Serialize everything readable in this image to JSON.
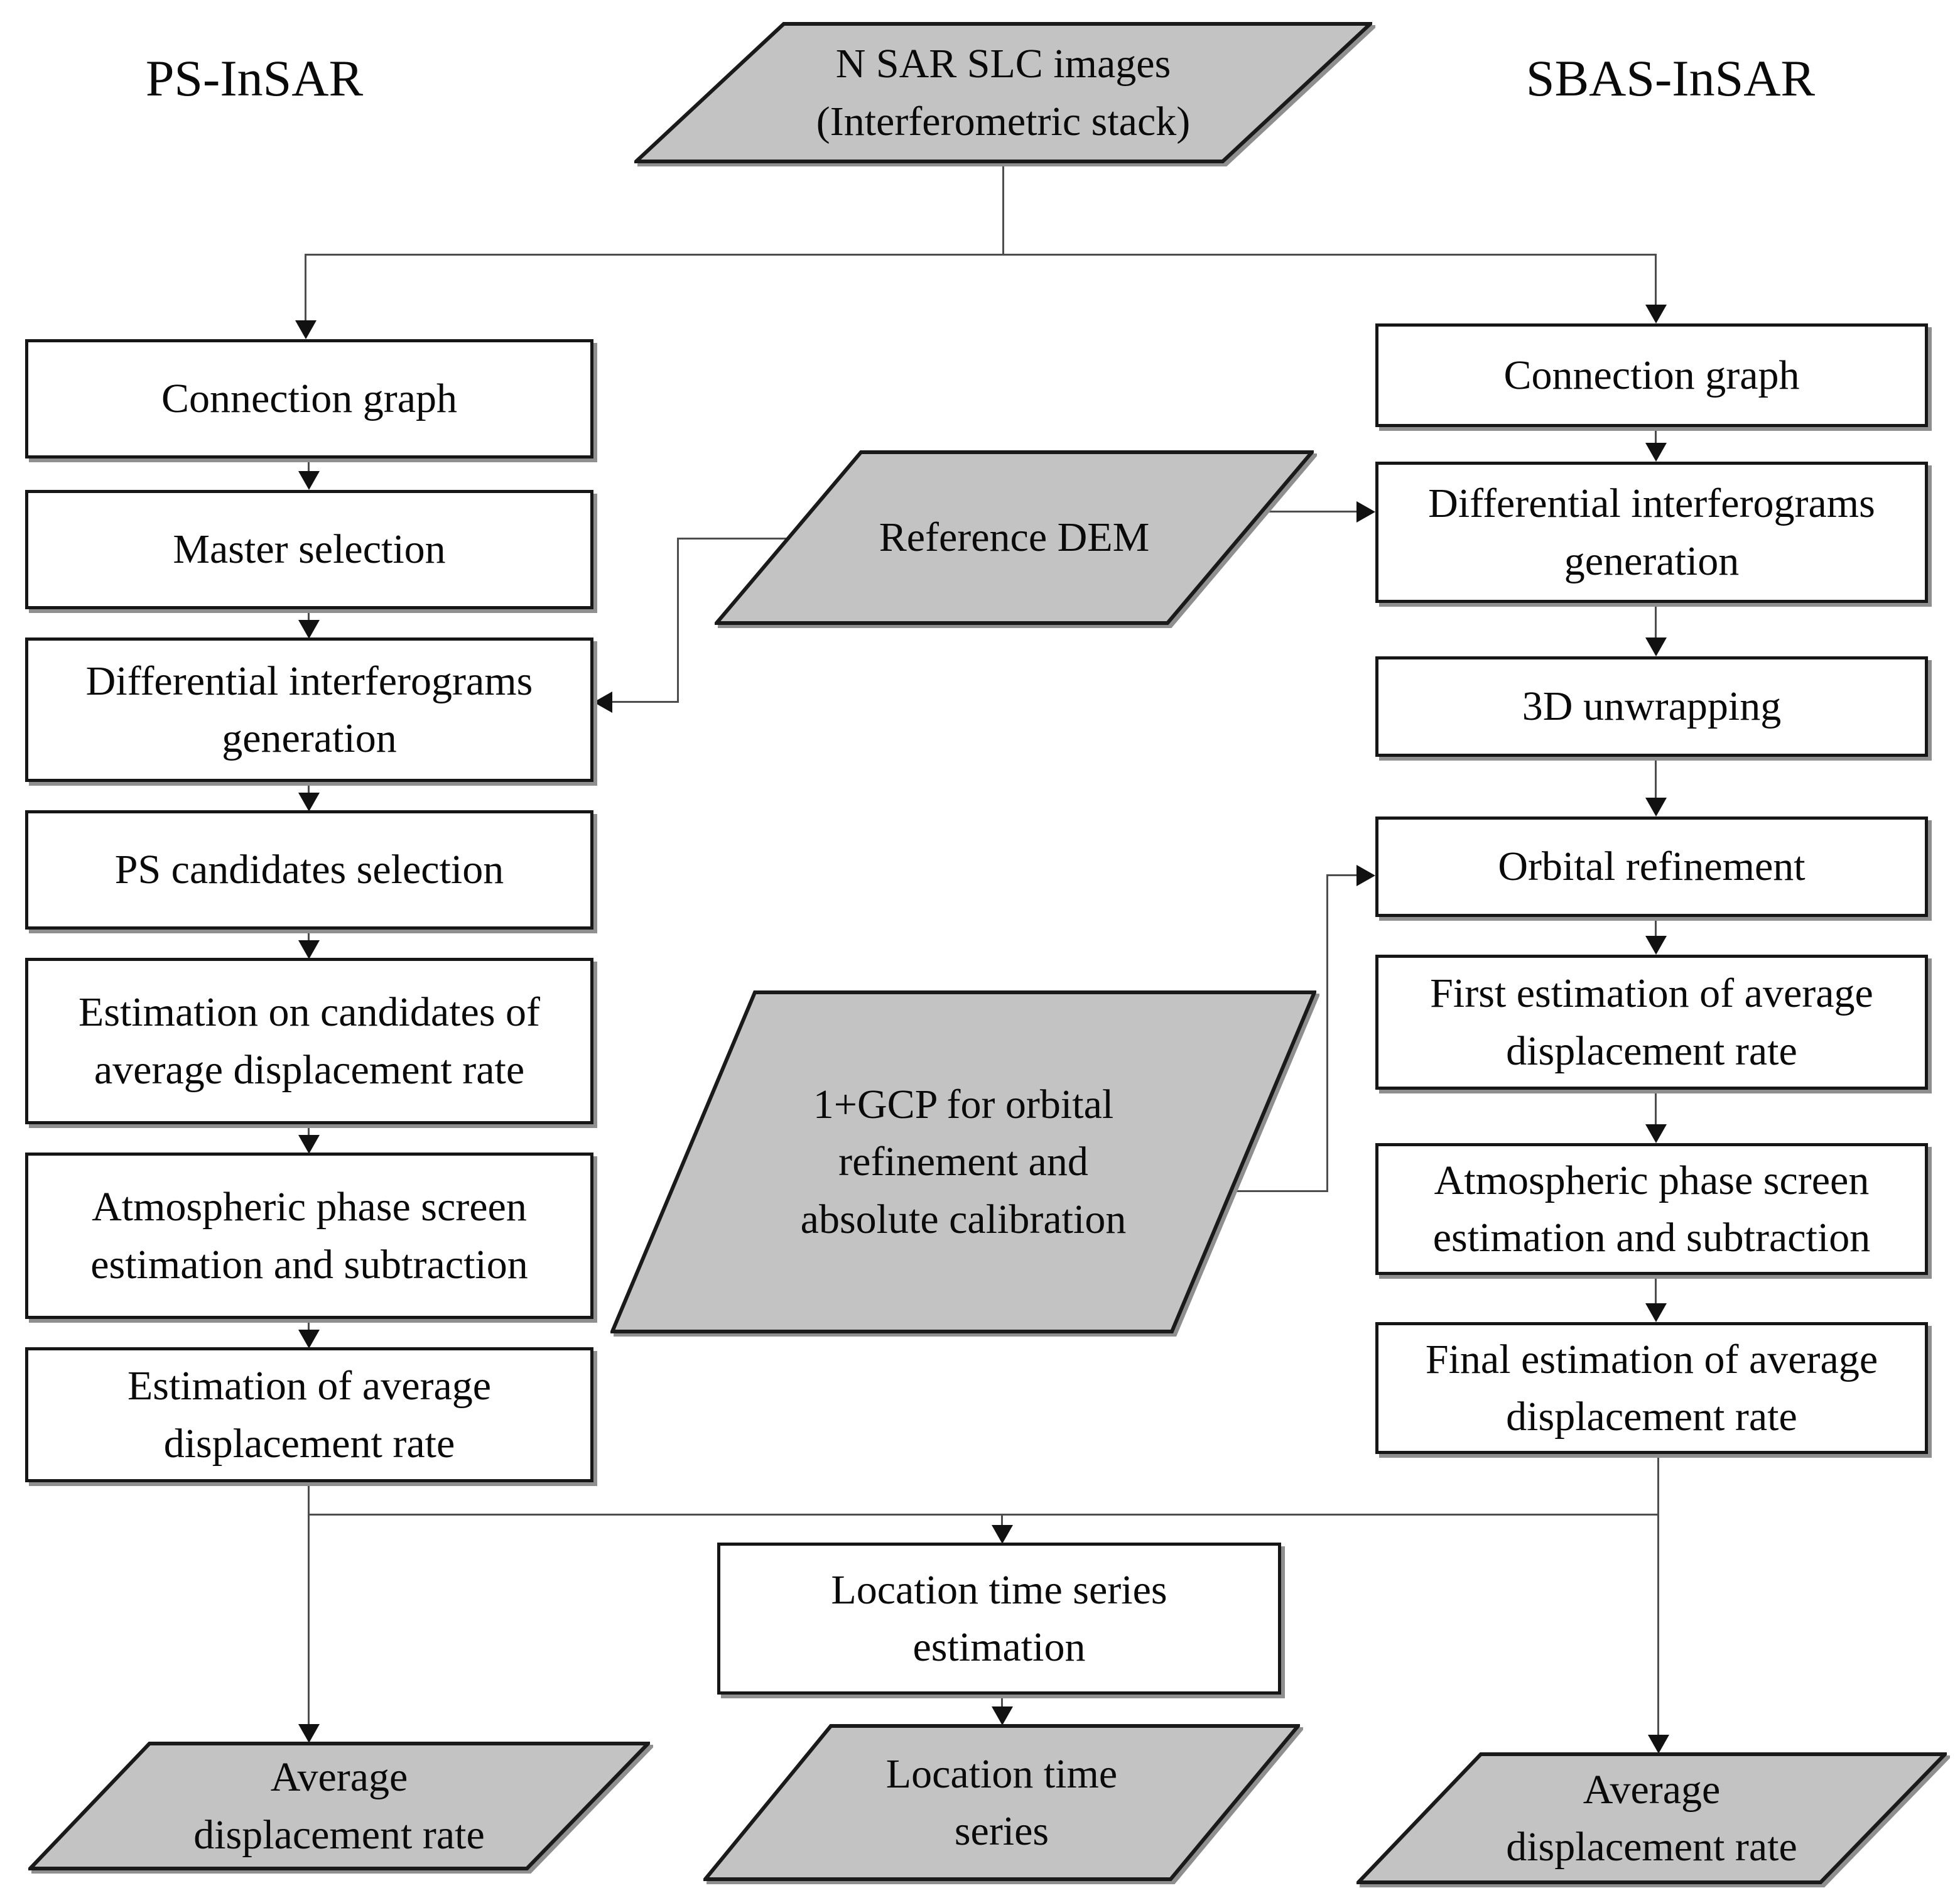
{
  "diagram": {
    "headers": {
      "left": "PS-InSAR",
      "right": "SBAS-InSAR"
    },
    "colors": {
      "background": "#ffffff",
      "shape_fill": "#c3c3c3",
      "shape_stroke": "#1a1a1a",
      "box_fill": "#ffffff",
      "box_border": "#161616",
      "connector": "#4d4d4d",
      "text": "#0a0a0a"
    },
    "nodes": {
      "stack": {
        "lines": [
          "N SAR SLC images",
          "(Interferometric stack)"
        ]
      },
      "ref_dem": {
        "lines": [
          "Reference DEM"
        ]
      },
      "gcp": {
        "lines": [
          "1+GCP for orbital",
          "refinement and",
          "absolute calibration"
        ]
      },
      "ps": [
        {
          "lines": [
            "Connection graph"
          ]
        },
        {
          "lines": [
            "Master selection"
          ]
        },
        {
          "lines": [
            "Differential interferograms",
            "generation"
          ]
        },
        {
          "lines": [
            "PS candidates selection"
          ]
        },
        {
          "lines": [
            "Estimation on candidates of",
            "average displacement rate"
          ]
        },
        {
          "lines": [
            "Atmospheric phase screen",
            "estimation and subtraction"
          ]
        },
        {
          "lines": [
            "Estimation of average",
            "displacement rate"
          ]
        }
      ],
      "sbas": [
        {
          "lines": [
            "Connection graph"
          ]
        },
        {
          "lines": [
            "Differential interferograms",
            "generation"
          ]
        },
        {
          "lines": [
            "3D unwrapping"
          ]
        },
        {
          "lines": [
            "Orbital refinement"
          ]
        },
        {
          "lines": [
            "First estimation of average",
            "displacement rate"
          ]
        },
        {
          "lines": [
            "Atmospheric phase screen",
            "estimation and subtraction"
          ]
        },
        {
          "lines": [
            "Final estimation of average",
            "displacement rate"
          ]
        }
      ],
      "loc_est": {
        "lines": [
          "Location time series",
          "estimation"
        ]
      },
      "outputs": {
        "avg_left": {
          "lines": [
            "Average",
            "displacement rate"
          ]
        },
        "loc_series": {
          "lines": [
            "Location time",
            "series"
          ]
        },
        "avg_right": {
          "lines": [
            "Average",
            "displacement rate"
          ]
        }
      }
    }
  }
}
